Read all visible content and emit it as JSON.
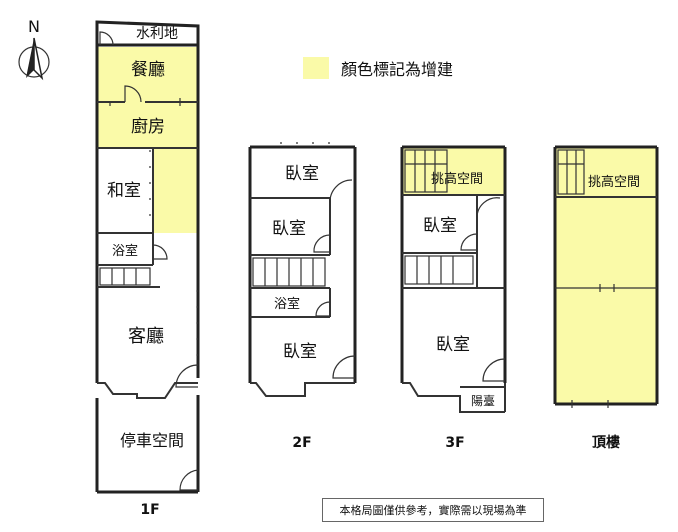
{
  "compass": {
    "north_label": "N"
  },
  "legend": {
    "label": "顏色標記為增建",
    "color": "#fafaa8"
  },
  "note": "本格局圖僅供參考，實際需以現場為準",
  "floors": [
    {
      "id": "1F",
      "label": "1F",
      "rooms": {
        "water": "水利地",
        "dining": "餐廳",
        "kitchen": "廚房",
        "japanese": "和室",
        "bath": "浴室",
        "living": "客廳",
        "parking": "停車空間"
      }
    },
    {
      "id": "2F",
      "label": "2F",
      "rooms": {
        "bed1": "臥室",
        "bed2": "臥室",
        "bath": "浴室",
        "bed3": "臥室"
      }
    },
    {
      "id": "3F",
      "label": "3F",
      "rooms": {
        "loft": "挑高空間",
        "bed1": "臥室",
        "bed2": "臥室",
        "balcony": "陽臺"
      }
    },
    {
      "id": "roof",
      "label": "頂樓",
      "rooms": {
        "loft": "挑高空間"
      }
    }
  ]
}
